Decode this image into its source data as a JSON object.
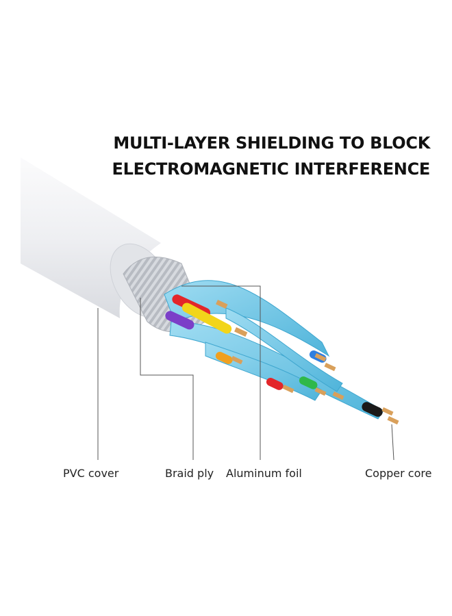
{
  "headline": {
    "line1": "MULTI-LAYER SHIELDING TO BLOCK",
    "line2": "ELECTROMAGNETIC INTERFERENCE"
  },
  "labels": {
    "pvc_cover": "PVC cover",
    "braid_ply": "Braid ply",
    "aluminum_foil": "Aluminum foil",
    "copper_core": "Copper core"
  },
  "colors": {
    "jacket": "#f2f3f5",
    "braid": "#c9ccd2",
    "foil_shield": "#6fc6e6",
    "copper": "#d9a05b",
    "wire_red": "#e3262a",
    "wire_yellow": "#f2d51a",
    "wire_purple": "#7b3fc8",
    "wire_orange": "#f0a020",
    "wire_blue": "#2f7fe0",
    "wire_green": "#2fb84a",
    "wire_black": "#1a1a1a"
  }
}
